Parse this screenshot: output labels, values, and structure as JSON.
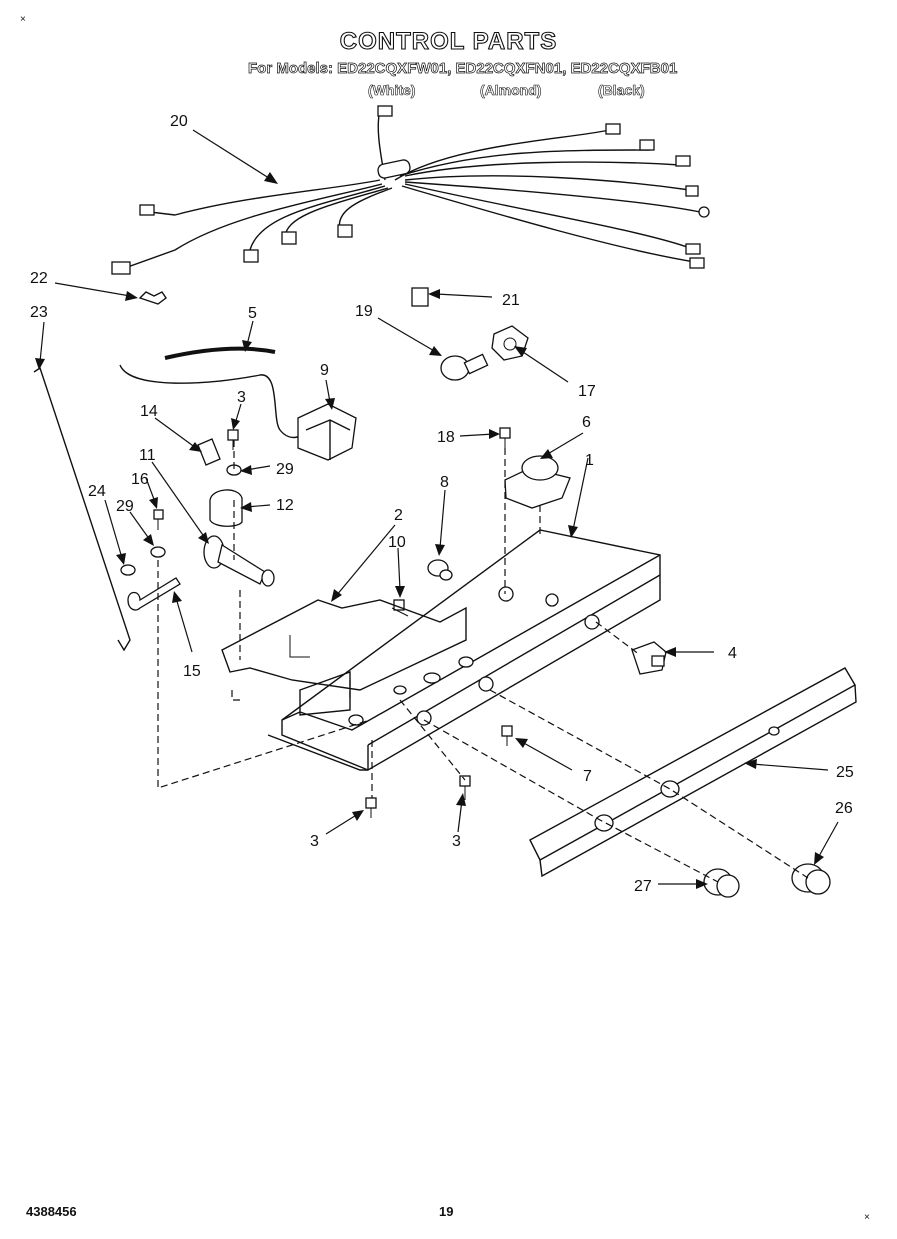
{
  "header": {
    "title": "CONTROL PARTS",
    "models_line": "For Models: ED22CQXFW01, ED22CQXFN01, ED22CQXFB01",
    "variants": [
      "(White)",
      "(Almond)",
      "(Black)"
    ]
  },
  "callouts": [
    {
      "id": "c1",
      "label": "1"
    },
    {
      "id": "c2",
      "label": "2"
    },
    {
      "id": "c3a",
      "label": "3"
    },
    {
      "id": "c3b",
      "label": "3"
    },
    {
      "id": "c3c",
      "label": "3"
    },
    {
      "id": "c4",
      "label": "4"
    },
    {
      "id": "c5",
      "label": "5"
    },
    {
      "id": "c6",
      "label": "6"
    },
    {
      "id": "c7",
      "label": "7"
    },
    {
      "id": "c8",
      "label": "8"
    },
    {
      "id": "c9",
      "label": "9"
    },
    {
      "id": "c10",
      "label": "10"
    },
    {
      "id": "c11",
      "label": "11"
    },
    {
      "id": "c12",
      "label": "12"
    },
    {
      "id": "c14",
      "label": "14"
    },
    {
      "id": "c15",
      "label": "15"
    },
    {
      "id": "c16",
      "label": "16"
    },
    {
      "id": "c17",
      "label": "17"
    },
    {
      "id": "c18",
      "label": "18"
    },
    {
      "id": "c19",
      "label": "19"
    },
    {
      "id": "c20",
      "label": "20"
    },
    {
      "id": "c21",
      "label": "21"
    },
    {
      "id": "c22",
      "label": "22"
    },
    {
      "id": "c23",
      "label": "23"
    },
    {
      "id": "c24",
      "label": "24"
    },
    {
      "id": "c25",
      "label": "25"
    },
    {
      "id": "c26",
      "label": "26"
    },
    {
      "id": "c27",
      "label": "27"
    },
    {
      "id": "c29a",
      "label": "29"
    },
    {
      "id": "c29b",
      "label": "29"
    }
  ],
  "footer": {
    "part_number": "4388456",
    "page_number": "19"
  }
}
